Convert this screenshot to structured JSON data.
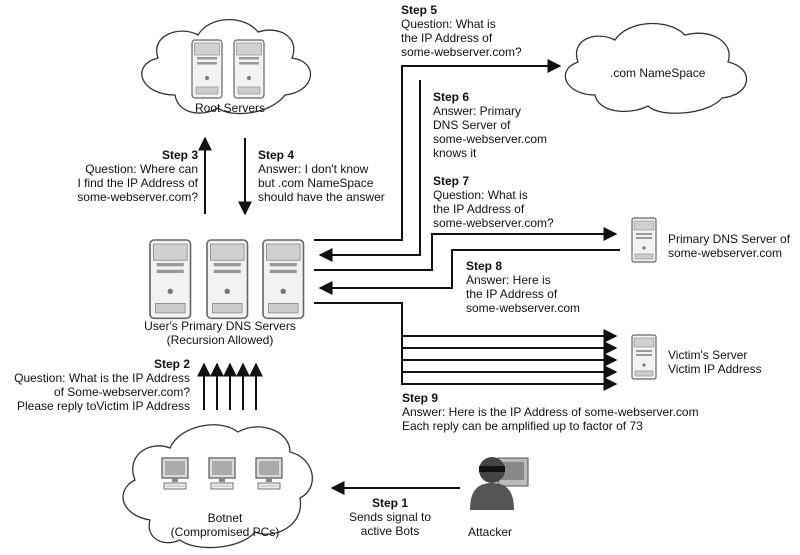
{
  "nodes": {
    "root_servers": "Root Servers",
    "com_namespace": ".com NameSpace",
    "users_dns": "User's Primary DNS Servers\n(Recursion Allowed)",
    "primary_dns": "Primary DNS Server of\nsome-webserver.com",
    "victim": "Victim's Server\nVictim IP Address",
    "botnet": "Botnet\n(Compromised PCs)",
    "attacker": "Attacker"
  },
  "steps": {
    "s1": {
      "title": "Step 1",
      "text": "Sends signal to\nactive Bots"
    },
    "s2": {
      "title": "Step 2",
      "text": "Question: What is the IP Address\nof Some-webserver.com?\nPlease reply toVictim IP Address"
    },
    "s3": {
      "title": "Step 3",
      "text": "Question: Where can\nI find the IP Address of\nsome-webserver.com?"
    },
    "s4": {
      "title": "Step 4",
      "text": "Answer: I don't know\nbut .com NameSpace\nshould have the answer"
    },
    "s5": {
      "title": "Step 5",
      "text": "Question: What is\nthe IP Address of\nsome-webserver.com?"
    },
    "s6": {
      "title": "Step 6",
      "text": "Answer: Primary\nDNS Server of\nsome-webserver.com\nknows it"
    },
    "s7": {
      "title": "Step 7",
      "text": "Question: What is\nthe IP Address of\nsome-webserver.com?"
    },
    "s8": {
      "title": "Step 8",
      "text": "Answer: Here is\nthe IP Address of\nsome-webserver.com"
    },
    "s9": {
      "title": "Step 9",
      "text": "Answer: Here is the IP Address of some-webserver.com\nEach reply can be amplified up to factor of 73"
    }
  },
  "icons": {
    "server": "server-tower-icon",
    "pc": "desktop-pc-icon",
    "attacker": "masked-attacker-icon",
    "cloud": "cloud-icon"
  },
  "colors": {
    "line": "#111111",
    "cloud_fill": "#ffffff",
    "server_fill": "#f2f2f2",
    "server_dark": "#777777"
  }
}
